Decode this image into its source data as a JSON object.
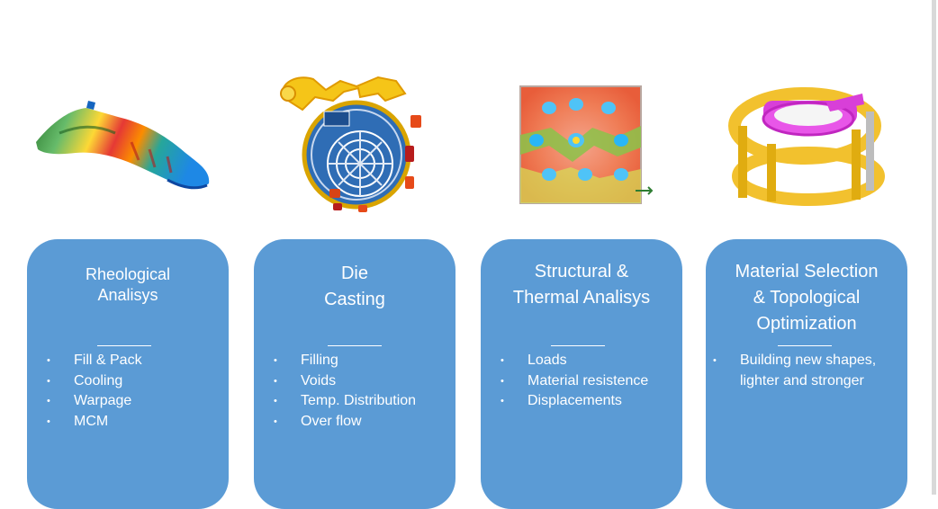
{
  "cards": [
    {
      "title_lines": [
        "Rheological",
        "Analisys"
      ],
      "divider": "______",
      "items": [
        "Fill & Pack",
        "Cooling",
        "Warpage",
        "MCM"
      ]
    },
    {
      "title_lines": [
        "Die",
        "Casting"
      ],
      "divider": "______",
      "items": [
        "Filling",
        "Voids",
        "Temp. Distribution",
        "Over flow"
      ]
    },
    {
      "title_lines": [
        "Structural &",
        "Thermal Analisys"
      ],
      "divider": "______",
      "items": [
        "Loads",
        "Material resistence",
        "Displacements"
      ]
    },
    {
      "title_lines": [
        "Material Selection",
        "& Topological",
        "Optimization"
      ],
      "divider": "______",
      "items": [
        "Building new shapes,",
        "lighter and stronger"
      ]
    }
  ],
  "bullet_glyph": "•",
  "colors": {
    "card_fill": "#5b9bd5",
    "card_text": "#ffffff",
    "background": "#ffffff"
  },
  "illustrations": [
    {
      "icon": "rheology-simulation-icon"
    },
    {
      "icon": "die-casting-simulation-icon"
    },
    {
      "icon": "thermal-structural-plate-icon"
    },
    {
      "icon": "topology-optimization-part-icon"
    }
  ]
}
